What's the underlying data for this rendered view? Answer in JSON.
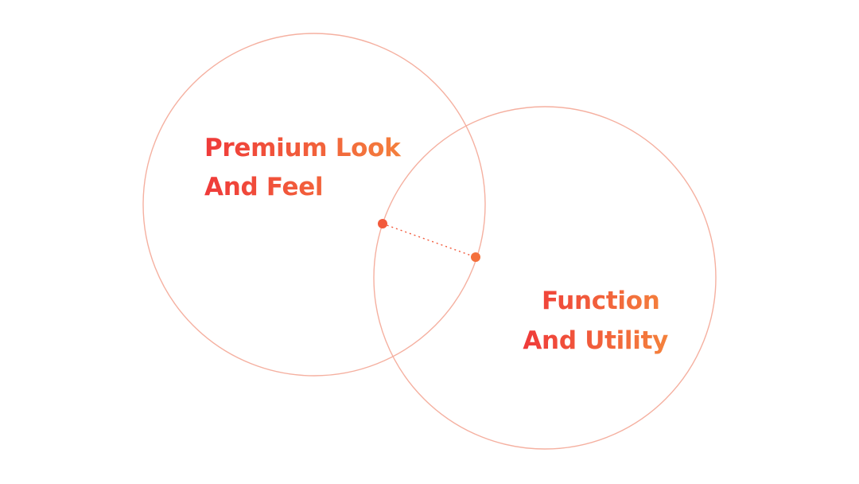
{
  "diagram": {
    "circles": [
      {
        "name": "left",
        "label_lines": [
          "Premium Look",
          "And Feel"
        ]
      },
      {
        "name": "right",
        "label_lines": [
          "Function",
          "And Utility"
        ]
      }
    ],
    "colors": {
      "circle_stroke": "#f5b0a0",
      "label_start": "#ef3a3a",
      "label_end": "#f4823c",
      "dot_left": "#f25a3c",
      "dot_right": "#f4703c",
      "connector": "#f25a3c",
      "background": "#ffffff"
    }
  }
}
